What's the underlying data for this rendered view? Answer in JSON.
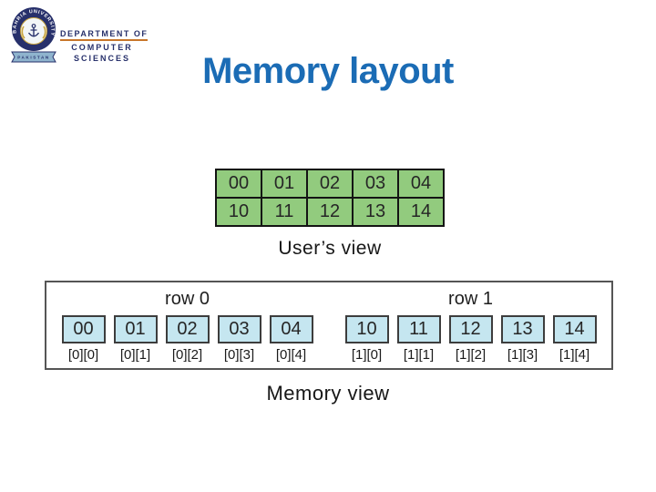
{
  "logo": {
    "university": "BAHRIA UNIVERSITY",
    "country": "PAKISTAN",
    "department_line1": "DEPARTMENT OF",
    "department_line2": "COMPUTER",
    "department_line3": "SCIENCES"
  },
  "title": "Memory layout",
  "users_view": {
    "caption": "User’s view",
    "rows": [
      [
        "00",
        "01",
        "02",
        "03",
        "04"
      ],
      [
        "10",
        "11",
        "12",
        "13",
        "14"
      ]
    ]
  },
  "memory_view": {
    "caption": "Memory view",
    "groups": [
      {
        "row_label": "row 0",
        "cells": [
          {
            "value": "00",
            "index": "[0][0]"
          },
          {
            "value": "01",
            "index": "[0][1]"
          },
          {
            "value": "02",
            "index": "[0][2]"
          },
          {
            "value": "03",
            "index": "[0][3]"
          },
          {
            "value": "04",
            "index": "[0][4]"
          }
        ]
      },
      {
        "row_label": "row 1",
        "cells": [
          {
            "value": "10",
            "index": "[1][0]"
          },
          {
            "value": "11",
            "index": "[1][1]"
          },
          {
            "value": "12",
            "index": "[1][2]"
          },
          {
            "value": "13",
            "index": "[1][3]"
          },
          {
            "value": "14",
            "index": "[1][4]"
          }
        ]
      }
    ]
  },
  "colors": {
    "title_blue": "#1B6CB5",
    "users_cell_green": "#92CB7E",
    "memory_cell_blue": "#C5E6F0",
    "logo_navy": "#27306B",
    "logo_banner_blue": "#8FB4CE",
    "dept_underline_orange": "#C8762A"
  }
}
